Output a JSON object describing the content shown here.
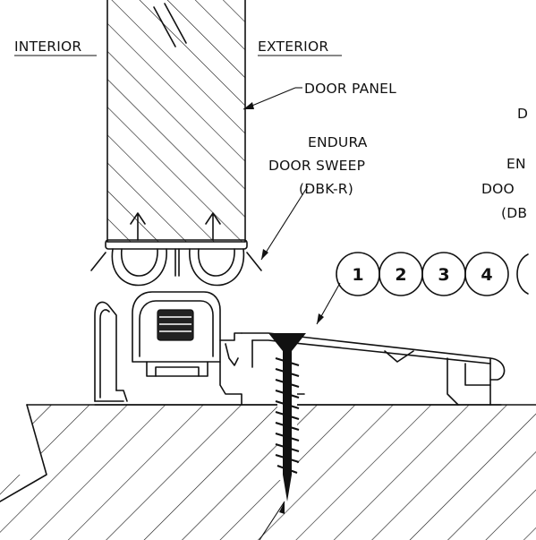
{
  "labels": {
    "interior": "INTERIOR",
    "exterior": "EXTERIOR",
    "door_panel": "DOOR PANEL",
    "sweep_line1": "ENDURA",
    "sweep_line2": "DOOR SWEEP",
    "sweep_line3": "(DBK-R)",
    "cut_d": "D",
    "cut_en": "EN",
    "cut_doo": "DOO",
    "cut_db": "(DB"
  },
  "callouts": [
    "1",
    "2",
    "3",
    "4"
  ],
  "colors": {
    "ink": "#111111",
    "paper": "#ffffff"
  }
}
